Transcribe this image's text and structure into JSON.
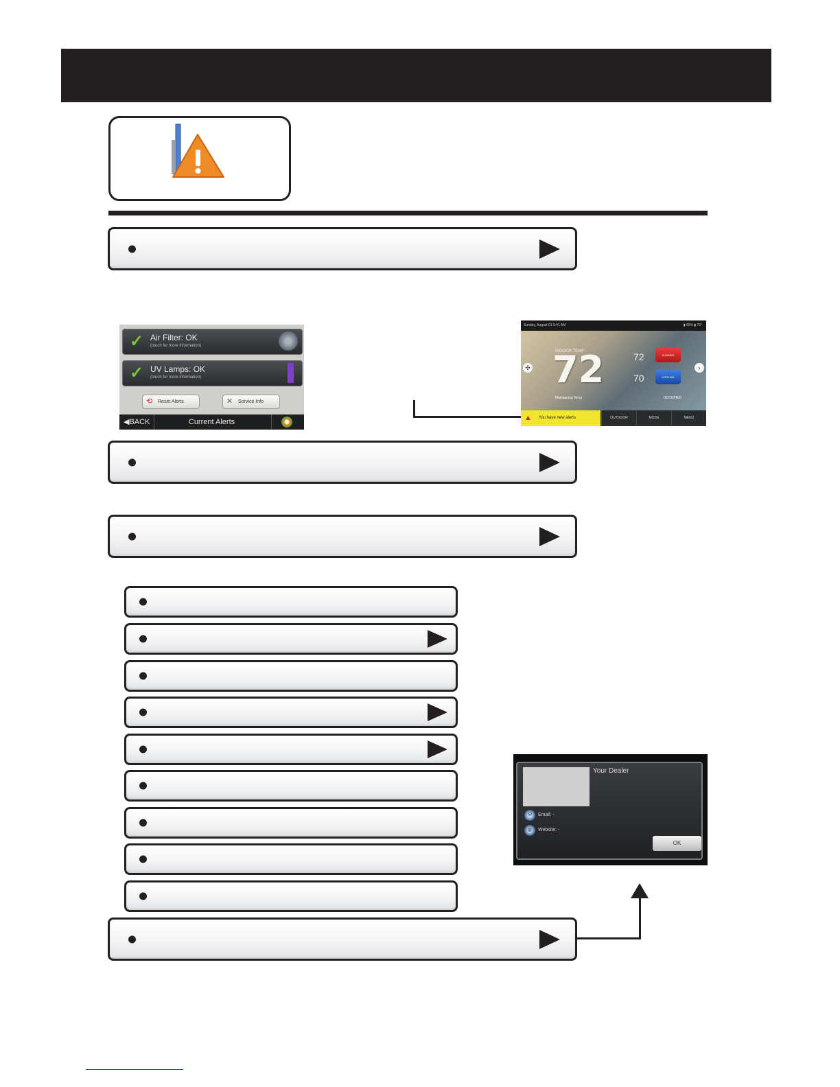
{
  "alerts_screen": {
    "rows": [
      {
        "title": "Air Filter: OK",
        "sub": "(touch for more information)"
      },
      {
        "title": "UV Lamps: OK",
        "sub": "(touch for more information)"
      }
    ],
    "reset_label": "Reset Alerts",
    "service_label": "Service Info",
    "back_label": "◀BACK",
    "footer_title": "Current Alerts"
  },
  "home_screen": {
    "date": "Sunday, August 01 9:41 AM",
    "status": "▮ 65%  ▮ 75°",
    "indoor_label": "INDOOR TEMP",
    "indoor_temp": "72",
    "heat_setpoint": "72",
    "cool_setpoint": "70",
    "heat_button": "SUMMER",
    "cool_button": "COOLING",
    "mode_text": "Maintaining Temp",
    "occupancy_text": "OCCUPIED",
    "alert_text": "You have new alerts",
    "tabs": [
      "OUTDOOR",
      "MODE",
      "MENU"
    ]
  },
  "dealer_dialog": {
    "title": "Your Dealer",
    "email_label": "Email: -",
    "website_label": "Website: -",
    "ok_label": "OK"
  },
  "colors": {
    "ink": "#231f20",
    "alert_yellow": "#f2e52e",
    "warning_orange": "#f08a24",
    "link_blue": "#2c47c9"
  }
}
